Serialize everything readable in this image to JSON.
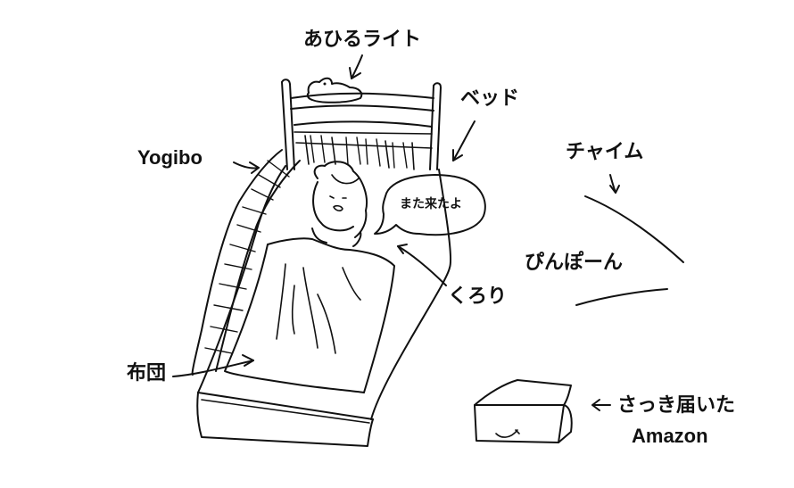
{
  "labels": {
    "duck_light": "あひるライト",
    "bed": "ベッド",
    "yogibo": "Yogibo",
    "chime": "チャイム",
    "speech": "また来たよ",
    "pinpon": "ぴんぽーん",
    "kurori": "くろり",
    "futon": "布団",
    "delivered": "さっき届いた",
    "amazon": "Amazon"
  }
}
